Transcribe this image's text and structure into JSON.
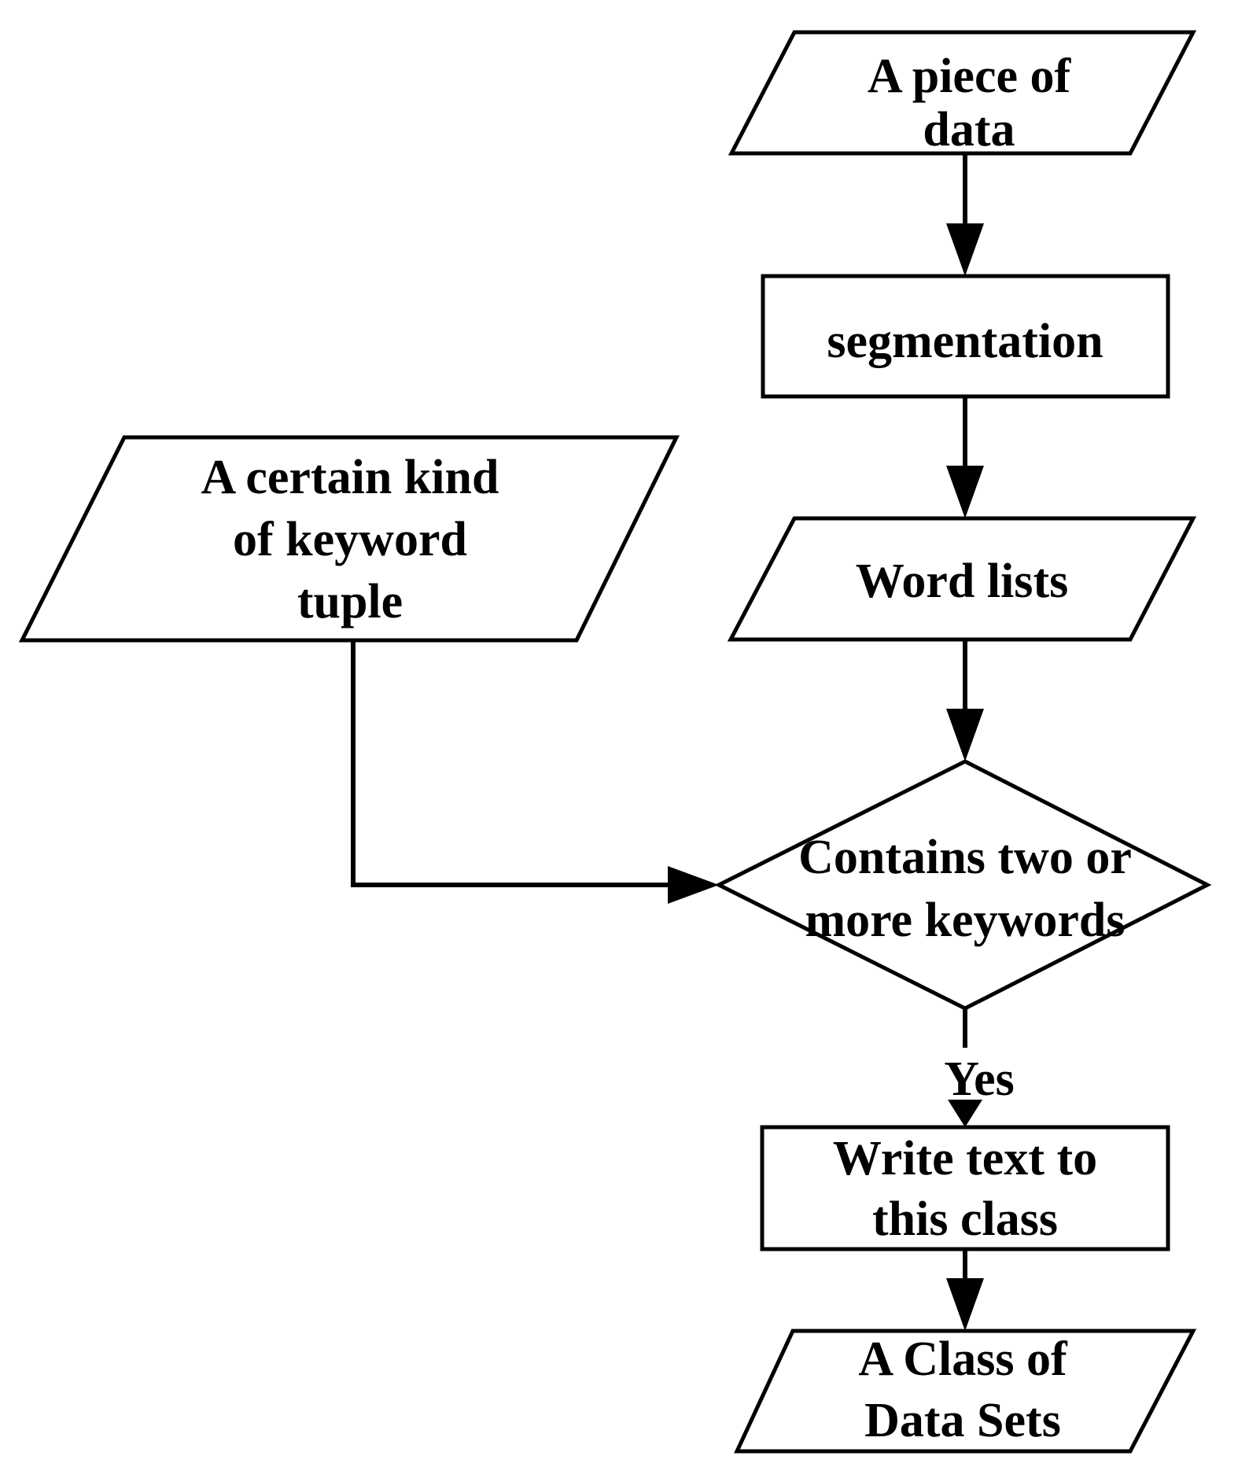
{
  "diagram": {
    "type": "flowchart",
    "background_color": "#ffffff",
    "stroke_color": "#000000",
    "text_color": "#000000",
    "nodes": {
      "input_data": {
        "shape": "parallelogram",
        "role": "input",
        "lines": [
          "A piece of",
          "data"
        ]
      },
      "segmentation": {
        "shape": "rectangle",
        "role": "process",
        "lines": [
          "segmentation"
        ]
      },
      "word_lists": {
        "shape": "parallelogram",
        "role": "data",
        "lines": [
          "Word lists"
        ]
      },
      "keyword_tuple": {
        "shape": "parallelogram",
        "role": "input",
        "lines": [
          "A certain kind",
          "of keyword",
          "tuple"
        ]
      },
      "decision": {
        "shape": "diamond",
        "role": "decision",
        "lines": [
          "Contains two or",
          "more keywords"
        ]
      },
      "write_text": {
        "shape": "rectangle",
        "role": "process",
        "lines": [
          "Write text to",
          "this class"
        ]
      },
      "class_data_sets": {
        "shape": "parallelogram",
        "role": "output",
        "lines": [
          "A Class of",
          "Data Sets"
        ]
      }
    },
    "edges": [
      {
        "from": "input_data",
        "to": "segmentation",
        "label": ""
      },
      {
        "from": "segmentation",
        "to": "word_lists",
        "label": ""
      },
      {
        "from": "word_lists",
        "to": "decision",
        "label": ""
      },
      {
        "from": "keyword_tuple",
        "to": "decision",
        "label": ""
      },
      {
        "from": "decision",
        "to": "write_text",
        "label": "Yes"
      },
      {
        "from": "write_text",
        "to": "class_data_sets",
        "label": ""
      }
    ]
  }
}
